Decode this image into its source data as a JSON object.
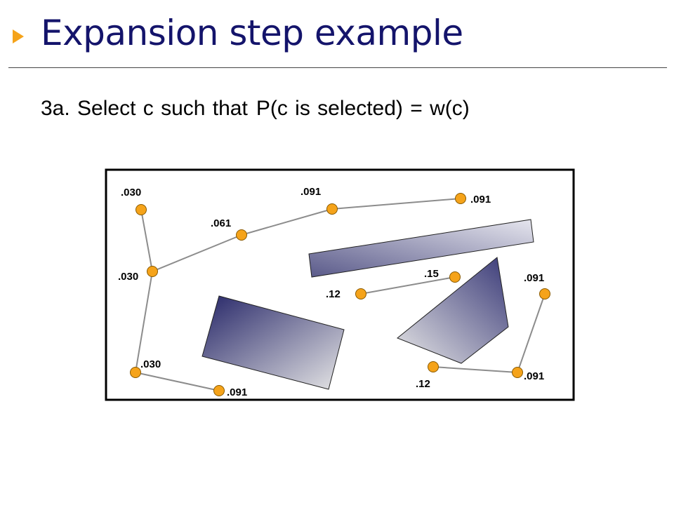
{
  "slide": {
    "title": "Expansion step example",
    "subtitle_part1": "3a. Select c such that",
    "subtitle_part2": "P(c is selected) = w(c)"
  },
  "colors": {
    "title": "#14146b",
    "bullet": "#f5a31a",
    "node_fill": "#f5a31a",
    "node_stroke": "#8a5a00",
    "edge": "#8c8c8c",
    "obstacle_dark": "#262668",
    "obstacle_light": "#e6e6e6",
    "frame": "#000000"
  },
  "diagram": {
    "nodes": [
      {
        "id": "n1",
        "label": ".030"
      },
      {
        "id": "n2",
        "label": ".030"
      },
      {
        "id": "n3",
        "label": ".030"
      },
      {
        "id": "n4",
        "label": ".091"
      },
      {
        "id": "n5",
        "label": ".061"
      },
      {
        "id": "n6",
        "label": ".091"
      },
      {
        "id": "n7",
        "label": ".091"
      },
      {
        "id": "n8",
        "label": ".12"
      },
      {
        "id": "n9",
        "label": ".15"
      },
      {
        "id": "n10",
        "label": ".091"
      },
      {
        "id": "n11",
        "label": ".091"
      },
      {
        "id": "n12",
        "label": ".12"
      }
    ],
    "edges": [
      [
        "n1",
        "n2"
      ],
      [
        "n2",
        "n3"
      ],
      [
        "n3",
        "n4"
      ],
      [
        "n2",
        "n5"
      ],
      [
        "n5",
        "n6"
      ],
      [
        "n6",
        "n7"
      ],
      [
        "n8",
        "n9"
      ],
      [
        "n10",
        "n11"
      ],
      [
        "n11",
        "n12"
      ]
    ],
    "obstacles": [
      {
        "id": "obstacle-bar"
      },
      {
        "id": "obstacle-rectangle"
      },
      {
        "id": "obstacle-quad"
      }
    ]
  }
}
